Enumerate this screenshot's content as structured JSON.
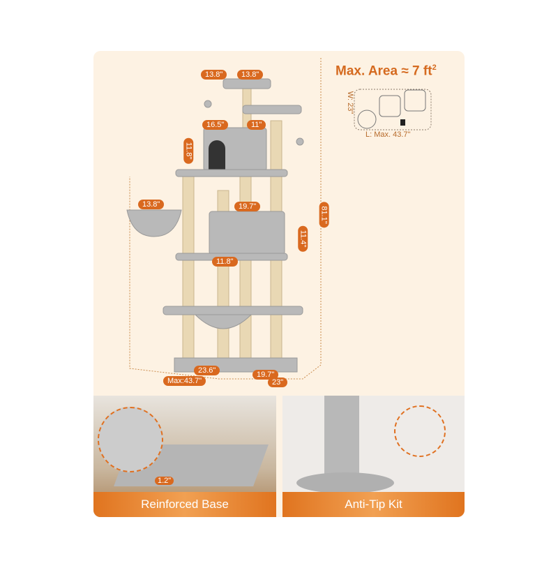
{
  "area": {
    "title": "Max. Area ≈ 7 ft",
    "superscript": "2",
    "width_label": "W: 23\"",
    "length_label": "L: Max. 43.7\""
  },
  "dimensions": {
    "top_perch_a": "13.8\"",
    "top_perch_b": "13.8\"",
    "condo_width": "16.5\"",
    "perch_side": "11\"",
    "condo_height": "11.8\"",
    "basket": "13.8\"",
    "box_width": "19.7\"",
    "box_height": "11.4\"",
    "middle_platform": "11.8\"",
    "total_height": "81.1\"",
    "base_length": "23.6\"",
    "base_width": "19.7\"",
    "max_length": "Max:43.7\"",
    "depth": "23\"",
    "base_thickness": "1.2\""
  },
  "panels": [
    {
      "caption": "Reinforced Base"
    },
    {
      "caption": "Anti-Tip Kit"
    }
  ],
  "colors": {
    "accent": "#d9691f",
    "background": "#fdf2e3",
    "plush": "#b9b9b9"
  }
}
